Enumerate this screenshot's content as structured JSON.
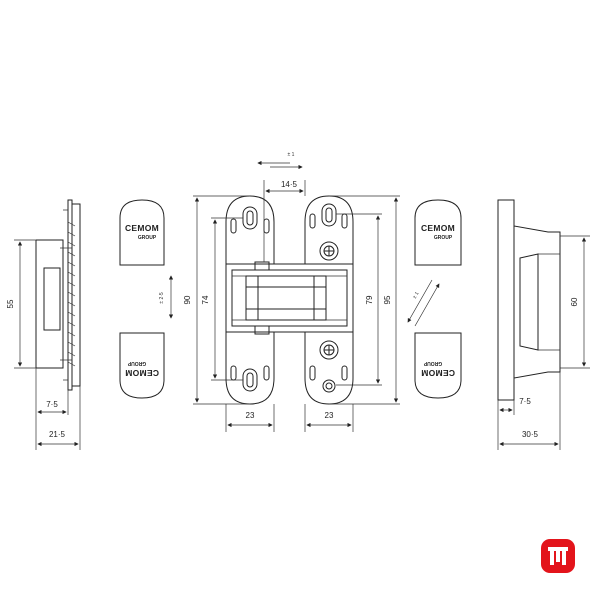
{
  "brand": {
    "name": "CEMOM",
    "sub": "GROUP"
  },
  "dimensions": {
    "side_left_height": "55",
    "side_left_small": "7·5",
    "side_left_total": "21·5",
    "front_width_top": "14·5",
    "front_height_90": "90",
    "front_height_74": "74",
    "front_height_79": "79",
    "front_height_95": "95",
    "leaf_left_width": "23",
    "leaf_right_width": "23",
    "side_right_height": "60",
    "side_right_small": "7·5",
    "side_right_total": "30·5"
  },
  "adjustments": {
    "horizontal": "± 1",
    "vertical": "± 2·5",
    "diagonal": "± 1"
  },
  "logo": {
    "icon": "red-tt-logo-icon",
    "color": "#e3141b"
  }
}
